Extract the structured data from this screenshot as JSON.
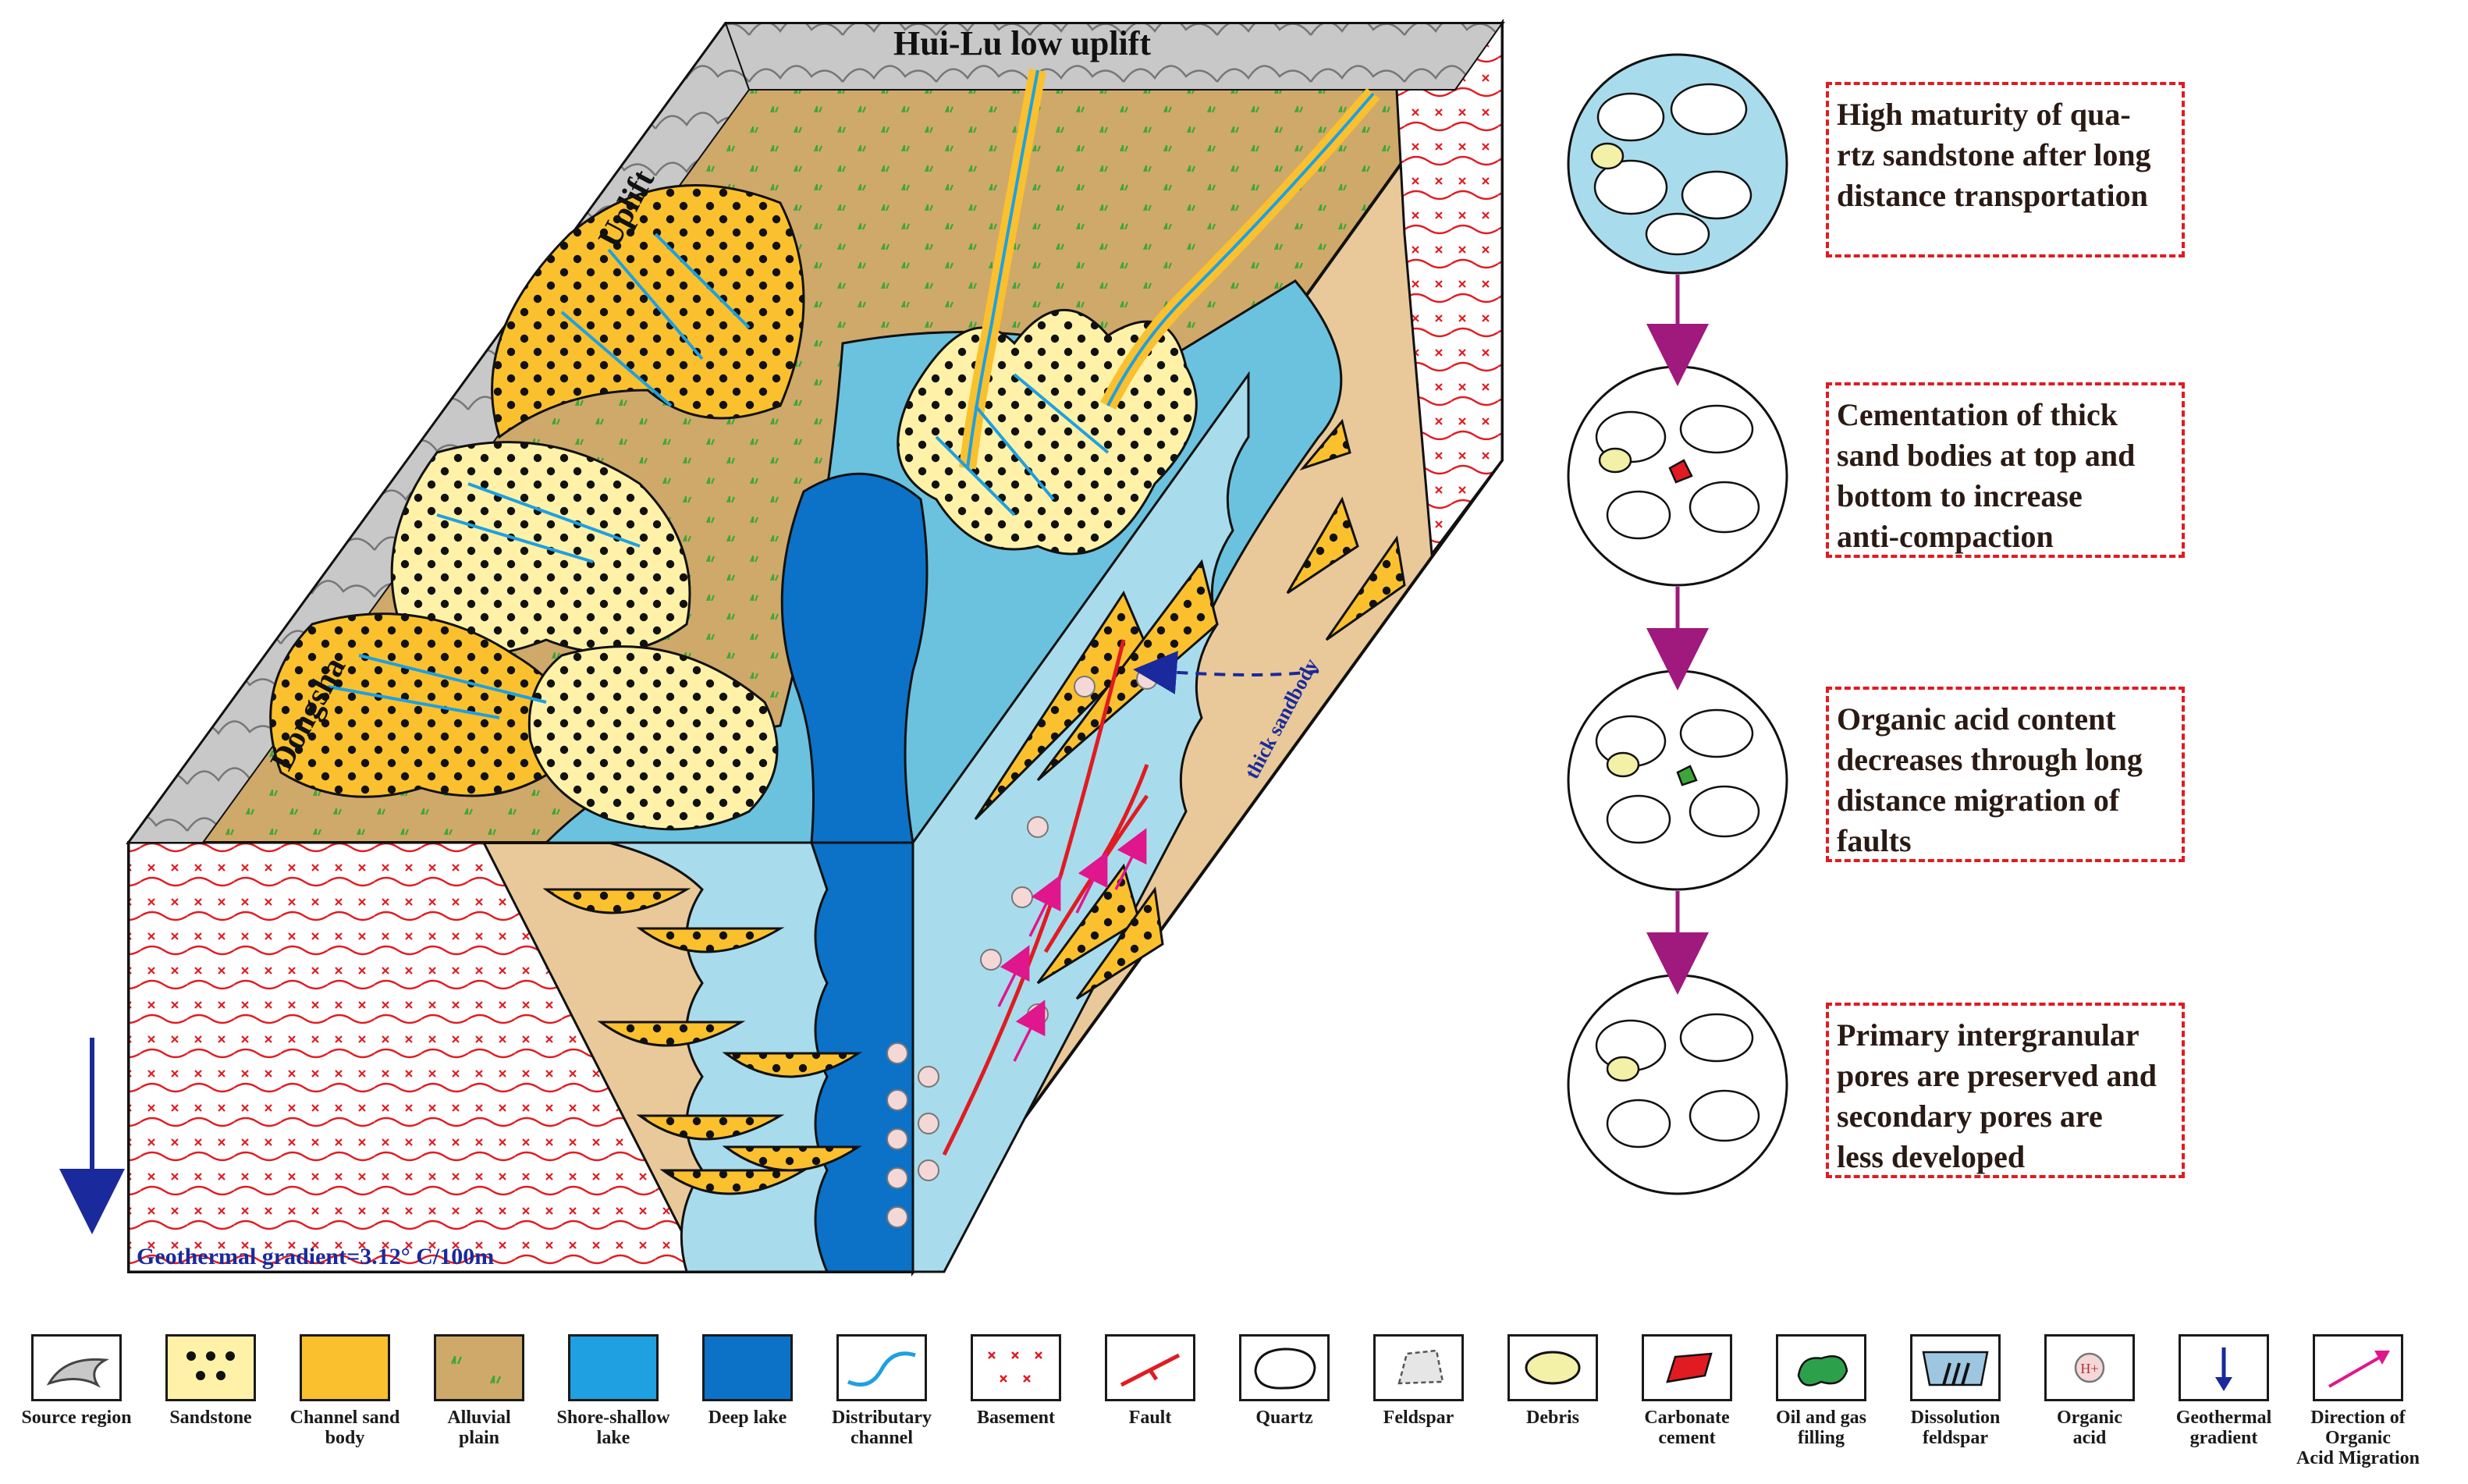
{
  "block": {
    "top_label": "Hui-Lu low uplift",
    "left_upper_label": "Uplift",
    "left_lower_label": "Dongsha",
    "sandbody_label": "thick sandbody",
    "gradient_label": "Geothermal gradient=3.12° C/100m",
    "acid_symbol": "H+"
  },
  "steps": [
    {
      "text": "High maturity of quartz sandstone after long distance transportation",
      "lines": [
        "High maturity of qua-",
        "rtz sandstone after long",
        "distance transportation"
      ]
    },
    {
      "text": "Cementation of thick sand bodies at top and bottom to increase anti-compaction",
      "lines": [
        "Cementation of thick",
        "sand bodies at top and",
        "bottom to increase",
        "anti-compaction"
      ]
    },
    {
      "text": "Organic acid content decreases through long distance migration of faults",
      "lines": [
        "Organic acid content",
        "decreases through long",
        "distance migration of",
        "faults"
      ]
    },
    {
      "text": "Primary intergranular pores are preserved and secondary pores are less developed",
      "lines": [
        "Primary intergranular",
        "pores are preserved and",
        "secondary pores are",
        "less developed"
      ]
    }
  ],
  "legend": [
    {
      "key": "source",
      "lines": [
        "Source region"
      ]
    },
    {
      "key": "sandstone",
      "lines": [
        "Sandstone"
      ]
    },
    {
      "key": "channel",
      "lines": [
        "Channel sand",
        "body"
      ]
    },
    {
      "key": "alluvial",
      "lines": [
        "Alluvial",
        "plain"
      ]
    },
    {
      "key": "shore",
      "lines": [
        "Shore-shallow",
        "lake"
      ]
    },
    {
      "key": "deep",
      "lines": [
        "Deep lake"
      ]
    },
    {
      "key": "distributary",
      "lines": [
        "Distributary",
        "channel"
      ]
    },
    {
      "key": "basement",
      "lines": [
        "Basement"
      ]
    },
    {
      "key": "fault",
      "lines": [
        "Fault"
      ]
    },
    {
      "key": "quartz",
      "lines": [
        "Quartz"
      ]
    },
    {
      "key": "feldspar",
      "lines": [
        "Feldspar"
      ]
    },
    {
      "key": "debris",
      "lines": [
        "Debris"
      ]
    },
    {
      "key": "carbonate",
      "lines": [
        "Carbonate",
        "cement"
      ]
    },
    {
      "key": "oilgas",
      "lines": [
        "Oil and gas",
        "filling"
      ]
    },
    {
      "key": "dissolution",
      "lines": [
        "Dissolution",
        "feldspar"
      ]
    },
    {
      "key": "acid",
      "lines": [
        "Organic",
        "acid"
      ]
    },
    {
      "key": "gradient",
      "lines": [
        "Geothermal",
        "gradient"
      ]
    },
    {
      "key": "migration",
      "lines": [
        "Direction of Organic",
        "Acid Migration"
      ]
    }
  ],
  "colors": {
    "gray": "#c8c8c8",
    "sand_light": "#fff2a8",
    "channel": "#fbc02d",
    "alluvial": "#cfa96a",
    "shore": "#1fa0e0",
    "shallow_light": "#a8dcec",
    "deep": "#0b72c8",
    "front_tan": "#e9c99a",
    "basement_red": "#e11b22",
    "fault": "#e11b22",
    "arrow_pink": "#e0168c",
    "arrow_blue": "#1a2a9c",
    "outline": "#111111"
  }
}
